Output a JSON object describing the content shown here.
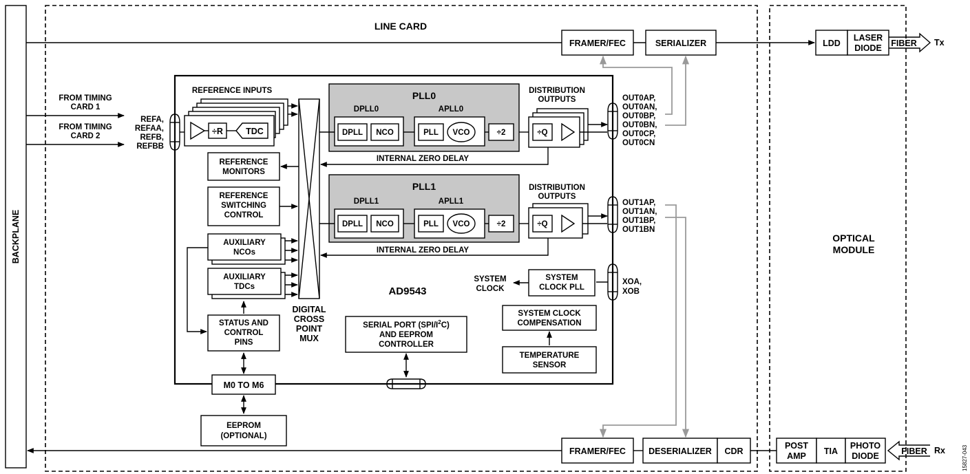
{
  "backplane": "BACKPLANE",
  "line_card": "LINE CARD",
  "optical_module_line1": "OPTICAL",
  "optical_module_line2": "MODULE",
  "framer_tx": "FRAMER/FEC",
  "serializer": "SERIALIZER",
  "framer_rx": "FRAMER/FEC",
  "deserializer": "DESERIALIZER",
  "cdr": "CDR",
  "ldd": "LDD",
  "laser_line1": "LASER",
  "laser_line2": "DIODE",
  "fiber_tx": "FIBER",
  "tx": "Tx",
  "postamp_line1": "POST",
  "postamp_line2": "AMP",
  "tia": "TIA",
  "photo_line1": "PHOTO",
  "photo_line2": "DIODE",
  "fiber_rx": "FIBER",
  "rx": "Rx",
  "timing1_line1": "FROM TIMING",
  "timing1_line2": "CARD 1",
  "timing2_line1": "FROM TIMING",
  "timing2_line2": "CARD 2",
  "ref_pins": [
    "REFA,",
    "REFAA,",
    "REFB,",
    "REFBB"
  ],
  "reference_inputs": "REFERENCE INPUTS",
  "div_r": "÷R",
  "tdc": "TDC",
  "ref_monitors": [
    "REFERENCE",
    "MONITORS"
  ],
  "ref_switching": [
    "REFERENCE",
    "SWITCHING",
    "CONTROL"
  ],
  "aux_ncos": [
    "AUXILIARY",
    "NCOs"
  ],
  "aux_tdcs": [
    "AUXILIARY",
    "TDCs"
  ],
  "status_pins": [
    "STATUS AND",
    "CONTROL",
    "PINS"
  ],
  "crosspoint": [
    "DIGITAL",
    "CROSS",
    "POINT",
    "MUX"
  ],
  "pll0": {
    "title": "PLL0",
    "dpll_label": "DPLL0",
    "apll_label": "APLL0",
    "dpll": "DPLL",
    "nco": "NCO",
    "pll": "PLL",
    "vco": "VCO",
    "div2": "÷2"
  },
  "pll1": {
    "title": "PLL1",
    "dpll_label": "DPLL1",
    "apll_label": "APLL1",
    "dpll": "DPLL",
    "nco": "NCO",
    "pll": "PLL",
    "vco": "VCO",
    "div2": "÷2"
  },
  "dist0": [
    "DISTRIBUTION",
    "OUTPUTS"
  ],
  "dist1": [
    "DISTRIBUTION",
    "OUTPUTS"
  ],
  "div_q": "÷Q",
  "izd": "INTERNAL ZERO DELAY",
  "out0_pins": [
    "OUT0AP,",
    "OUT0AN,",
    "OUT0BP,",
    "OUT0BN,",
    "OUT0CP,",
    "OUT0CN"
  ],
  "out1_pins": [
    "OUT1AP,",
    "OUT1AN,",
    "OUT1BP,",
    "OUT1BN"
  ],
  "xo_pins": [
    "XOA,",
    "XOB"
  ],
  "chip_name": "AD9543",
  "system_clock": [
    "SYSTEM",
    "CLOCK"
  ],
  "sys_clk_pll": [
    "SYSTEM",
    "CLOCK PLL"
  ],
  "sys_clk_comp": [
    "SYSTEM CLOCK",
    "COMPENSATION"
  ],
  "temp_sensor": [
    "TEMPERATURE",
    "SENSOR"
  ],
  "serial_port": [
    "SERIAL PORT (SPI/I",
    "2",
    "C)",
    "AND EEPROM",
    "CONTROLLER"
  ],
  "m_pins": "M0 TO M6",
  "eeprom": [
    "EEPROM",
    "(OPTIONAL)"
  ],
  "figure_id": "15827-043"
}
